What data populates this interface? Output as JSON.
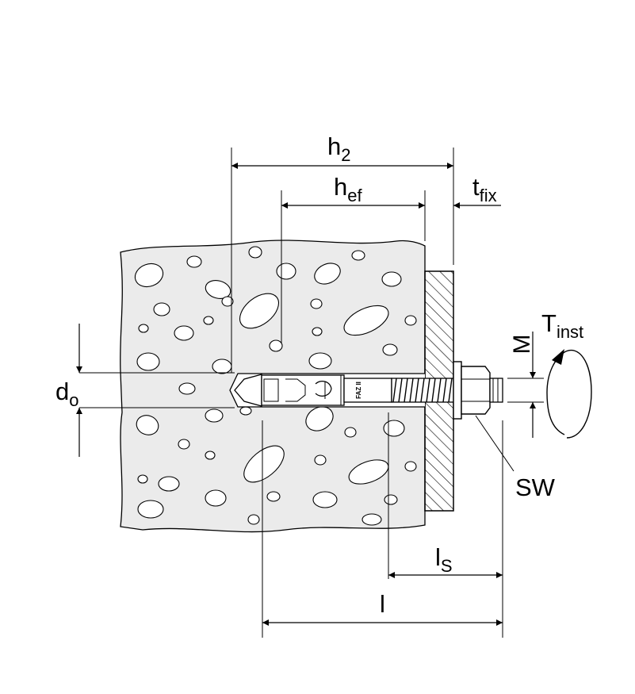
{
  "labels": {
    "h2": {
      "main": "h",
      "sub": "2"
    },
    "hef": {
      "main": "h",
      "sub": "ef"
    },
    "tfix": {
      "main": "t",
      "sub": "fix"
    },
    "tinst": {
      "main": "T",
      "sub": "inst"
    },
    "m": "M",
    "do": {
      "main": "d",
      "sub": "o"
    },
    "sw": "SW",
    "ls": {
      "main": "l",
      "sub": "S"
    },
    "l": "l"
  },
  "anchor": {
    "marking": "FAZ II"
  }
}
